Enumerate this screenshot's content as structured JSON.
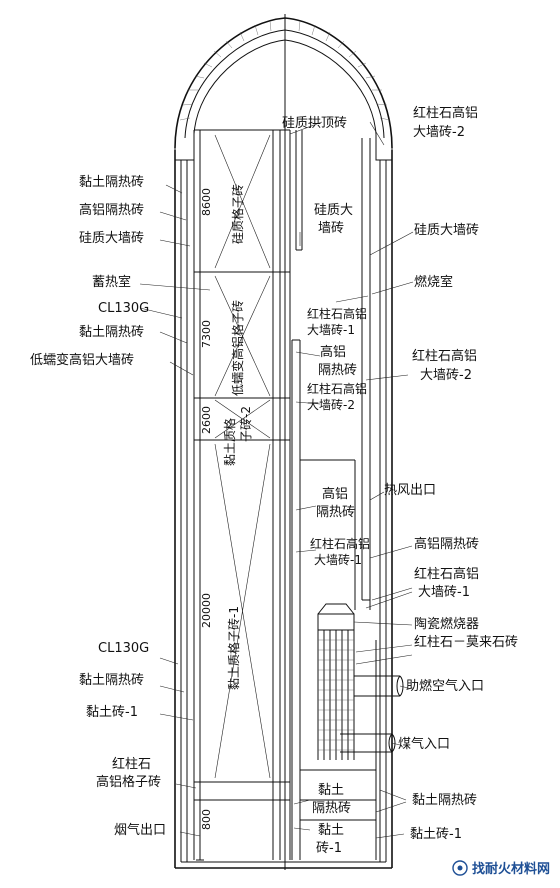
{
  "labels": {
    "top_dome": "硅质拱顶砖",
    "top_right_1": "红柱石高铝",
    "top_right_2": "大墙砖-2",
    "left_clay_insul_top": "黏土隔热砖",
    "left_high_al_insul": "高铝隔热砖",
    "left_silica_wall": "硅质大墙砖",
    "left_regenerator": "蓄热室",
    "left_cl130g_top": "CL130G",
    "left_clay_insul_mid": "黏土隔热砖",
    "left_low_creep": "低蠕变高铝大墙砖",
    "mid_silica_wall_1": "硅质大",
    "mid_silica_wall_2": "墙砖",
    "right_silica_wall": "硅质大墙砖",
    "combustion_chamber": "燃烧室",
    "mid_andalusite_1a": "红柱石高铝",
    "mid_andalusite_1b": "大墙砖-1",
    "mid_high_al_1": "高铝",
    "mid_high_al_2": "隔热砖",
    "mid_andalusite_2a": "红柱石高铝",
    "mid_andalusite_2b": "大墙砖-2",
    "right_andalusite_2a": "红柱石高铝",
    "right_andalusite_2b": "大墙砖-2",
    "hot_air_outlet": "热风出口",
    "mid_high_al_insul_1": "高铝",
    "mid_high_al_insul_2": "隔热砖",
    "mid_andalusite_3a": "红柱石高铝",
    "mid_andalusite_3b": "大墙砖-1",
    "right_high_al_insul": "高铝隔热砖",
    "right_andalusite_1a": "红柱石高铝",
    "right_andalusite_1b": "大墙砖-1",
    "ceramic_burner": "陶瓷燃烧器",
    "andalusite_mullite": "红柱石－莫来石砖",
    "combustion_air_inlet": "助燃空气入口",
    "gas_inlet": "煤气入口",
    "left_cl130g_bottom": "CL130G",
    "left_clay_insul_bottom": "黏土隔热砖",
    "left_clay_brick": "黏土砖-1",
    "left_andalusite_checker_1": "红柱石",
    "left_andalusite_checker_2": "高铝格子砖",
    "flue_outlet": "烟气出口",
    "bottom_mid_clay_insul_1": "黏土",
    "bottom_mid_clay_insul_2": "隔热砖",
    "bottom_mid_clay_1": "黏土",
    "bottom_mid_clay_2": "砖-1",
    "right_clay_insul": "黏土隔热砖",
    "right_clay_brick": "黏土砖-1"
  },
  "vertical_labels": {
    "silica_checker": "硅质格子砖",
    "low_creep_checker": "低蠕变高铝格子砖",
    "clay_checker_a": "黏土质格",
    "clay_checker_b": "子砖-2",
    "clay_checker_1": "黏土质格子砖-1"
  },
  "dimensions": {
    "d8600": "8600",
    "d7300": "7300",
    "d2600": "2600",
    "d20000": "20000",
    "d800": "800"
  },
  "watermark": {
    "text": "找耐火材料网"
  },
  "colors": {
    "line": "#111111",
    "watermark": "#1e4f95"
  }
}
